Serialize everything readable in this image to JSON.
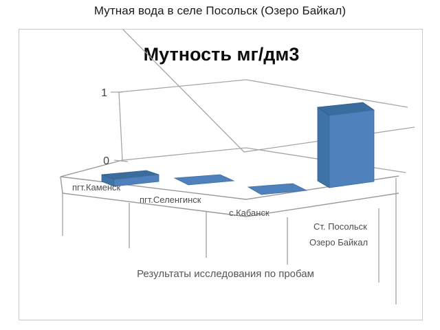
{
  "slide": {
    "title": "Мутная вода в селе Посольск (Озеро Байкал)"
  },
  "chart_data": {
    "type": "bar",
    "title": "Мутность мг/дм3",
    "xlabel": "Результаты исследования по пробам",
    "ylabel": "",
    "categories": [
      "пгт.Каменск",
      "пгт.Селенгинск",
      "с.Кабанск",
      "Ст. Посольск Озеро Байкал"
    ],
    "category_lines": [
      [
        "пгт.Каменск"
      ],
      [
        "пгт.Селенгинск"
      ],
      [
        "с.Кабанск"
      ],
      [
        "Ст. Посольск",
        "Озеро Байкал"
      ]
    ],
    "values": [
      0.04,
      0.0,
      0.0,
      1.22
    ],
    "series": [
      {
        "name": "Мутность мг/дм3",
        "values": [
          0.04,
          0.0,
          0.0,
          1.22
        ]
      }
    ],
    "ytick_labels": [
      "0",
      "1"
    ],
    "ytick_values": [
      0,
      1
    ],
    "ylim": [
      0,
      1.4
    ],
    "grid": false,
    "legend": "none",
    "bar_color": "#4F81BD",
    "bar_top_color": "#3A6C9E",
    "bar_side_color": "#3E73A8",
    "plot_style": "3d-perspective-rotated"
  },
  "icons": {
    "chart": "bar-chart-icon"
  }
}
